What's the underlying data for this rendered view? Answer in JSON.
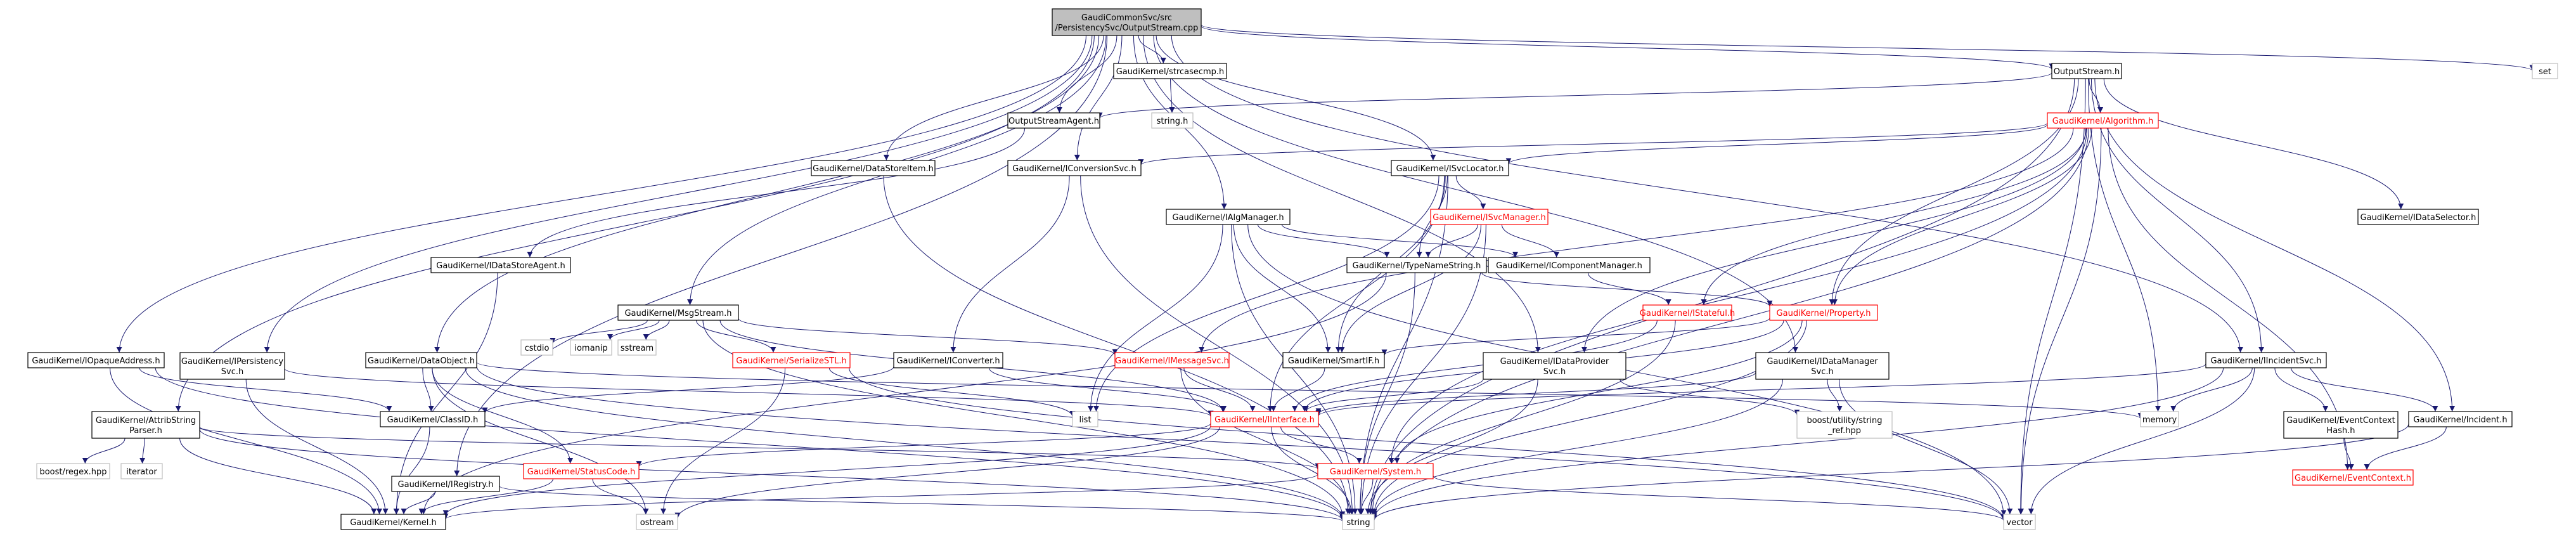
{
  "colors": {
    "edge": "#191970",
    "box_border": "#000000",
    "box_border_red": "#ff0000",
    "box_border_grey": "#bfbfbf",
    "root_fill": "#bfbfbf",
    "text_red": "#ff0000"
  },
  "nodes": [
    {
      "id": "root",
      "lines": [
        "GaudiCommonSvc/src",
        "/PersistencySvc/OutputStream.cpp"
      ],
      "style": "root"
    },
    {
      "id": "strcasecmp",
      "lines": [
        "GaudiKernel/strcasecmp.h"
      ],
      "style": "normal"
    },
    {
      "id": "outputstream",
      "lines": [
        "OutputStream.h"
      ],
      "style": "normal"
    },
    {
      "id": "set",
      "lines": [
        "set"
      ],
      "style": "grey"
    },
    {
      "id": "outputstreamagent",
      "lines": [
        "OutputStreamAgent.h"
      ],
      "style": "normal"
    },
    {
      "id": "stringh",
      "lines": [
        "string.h"
      ],
      "style": "grey"
    },
    {
      "id": "algorithm",
      "lines": [
        "GaudiKernel/Algorithm.h"
      ],
      "style": "red"
    },
    {
      "id": "datastoreitem",
      "lines": [
        "GaudiKernel/DataStoreItem.h"
      ],
      "style": "normal"
    },
    {
      "id": "iconversionsvc",
      "lines": [
        "GaudiKernel/IConversionSvc.h"
      ],
      "style": "normal"
    },
    {
      "id": "isvclocator",
      "lines": [
        "GaudiKernel/ISvcLocator.h"
      ],
      "style": "normal"
    },
    {
      "id": "idataselector",
      "lines": [
        "GaudiKernel/IDataSelector.h"
      ],
      "style": "normal"
    },
    {
      "id": "isvcmanager",
      "lines": [
        "GaudiKernel/ISvcManager.h"
      ],
      "style": "red"
    },
    {
      "id": "ialgmanager",
      "lines": [
        "GaudiKernel/IAlgManager.h"
      ],
      "style": "normal"
    },
    {
      "id": "idatastoreagent",
      "lines": [
        "GaudiKernel/IDataStoreAgent.h"
      ],
      "style": "normal"
    },
    {
      "id": "typenamestring",
      "lines": [
        "GaudiKernel/TypeNameString.h"
      ],
      "style": "normal"
    },
    {
      "id": "icomponentmanager",
      "lines": [
        "GaudiKernel/IComponentManager.h"
      ],
      "style": "normal"
    },
    {
      "id": "msgstream",
      "lines": [
        "GaudiKernel/MsgStream.h"
      ],
      "style": "normal"
    },
    {
      "id": "istateful",
      "lines": [
        "GaudiKernel/IStateful.h"
      ],
      "style": "red"
    },
    {
      "id": "property",
      "lines": [
        "GaudiKernel/Property.h"
      ],
      "style": "red"
    },
    {
      "id": "cstdio",
      "lines": [
        "cstdio"
      ],
      "style": "grey"
    },
    {
      "id": "iomanip",
      "lines": [
        "iomanip"
      ],
      "style": "grey"
    },
    {
      "id": "sstream",
      "lines": [
        "sstream"
      ],
      "style": "grey"
    },
    {
      "id": "serializestl",
      "lines": [
        "GaudiKernel/SerializeSTL.h"
      ],
      "style": "red"
    },
    {
      "id": "iconverter",
      "lines": [
        "GaudiKernel/IConverter.h"
      ],
      "style": "normal"
    },
    {
      "id": "imessagesvc",
      "lines": [
        "GaudiKernel/IMessageSvc.h"
      ],
      "style": "red"
    },
    {
      "id": "smartif",
      "lines": [
        "GaudiKernel/SmartIF.h"
      ],
      "style": "normal"
    },
    {
      "id": "idataprovidersvc",
      "lines": [
        "GaudiKernel/IDataProvider",
        "Svc.h"
      ],
      "style": "normal"
    },
    {
      "id": "idatamanagersvc",
      "lines": [
        "GaudiKernel/IDataManager",
        "Svc.h"
      ],
      "style": "normal"
    },
    {
      "id": "iincidentsvc",
      "lines": [
        "GaudiKernel/IIncidentSvc.h"
      ],
      "style": "normal"
    },
    {
      "id": "iopaqueaddress",
      "lines": [
        "GaudiKernel/IOpaqueAddress.h"
      ],
      "style": "normal"
    },
    {
      "id": "ipersistencysvc",
      "lines": [
        "GaudiKernel/IPersistency",
        "Svc.h"
      ],
      "style": "normal"
    },
    {
      "id": "dataobject",
      "lines": [
        "GaudiKernel/DataObject.h"
      ],
      "style": "normal"
    },
    {
      "id": "memory",
      "lines": [
        "memory"
      ],
      "style": "grey"
    },
    {
      "id": "attribstringparser",
      "lines": [
        "GaudiKernel/AttribString",
        "Parser.h"
      ],
      "style": "normal"
    },
    {
      "id": "classid",
      "lines": [
        "GaudiKernel/ClassID.h"
      ],
      "style": "normal"
    },
    {
      "id": "list",
      "lines": [
        "list"
      ],
      "style": "grey"
    },
    {
      "id": "iinterface",
      "lines": [
        "GaudiKernel/IInterface.h"
      ],
      "style": "red"
    },
    {
      "id": "boostutility",
      "lines": [
        "boost/utility/string",
        "_ref.hpp"
      ],
      "style": "grey"
    },
    {
      "id": "eventcontexthash",
      "lines": [
        "GaudiKernel/EventContext",
        "Hash.h"
      ],
      "style": "normal"
    },
    {
      "id": "incident",
      "lines": [
        "GaudiKernel/Incident.h"
      ],
      "style": "normal"
    },
    {
      "id": "boostregex",
      "lines": [
        "boost/regex.hpp"
      ],
      "style": "grey"
    },
    {
      "id": "iterator",
      "lines": [
        "iterator"
      ],
      "style": "grey"
    },
    {
      "id": "iregistry",
      "lines": [
        "GaudiKernel/IRegistry.h"
      ],
      "style": "normal"
    },
    {
      "id": "statuscode",
      "lines": [
        "GaudiKernel/StatusCode.h"
      ],
      "style": "red"
    },
    {
      "id": "system",
      "lines": [
        "GaudiKernel/System.h"
      ],
      "style": "red"
    },
    {
      "id": "eventcontext",
      "lines": [
        "GaudiKernel/EventContext.h"
      ],
      "style": "red"
    },
    {
      "id": "kernel",
      "lines": [
        "GaudiKernel/Kernel.h"
      ],
      "style": "normal"
    },
    {
      "id": "ostream",
      "lines": [
        "ostream"
      ],
      "style": "grey"
    },
    {
      "id": "string",
      "lines": [
        "string"
      ],
      "style": "grey"
    },
    {
      "id": "vector",
      "lines": [
        "vector"
      ],
      "style": "grey"
    }
  ],
  "edges": [
    [
      "root",
      "strcasecmp"
    ],
    [
      "root",
      "outputstream"
    ],
    [
      "root",
      "set"
    ],
    [
      "root",
      "outputstreamagent"
    ],
    [
      "root",
      "datastoreitem"
    ],
    [
      "root",
      "iconversionsvc"
    ],
    [
      "root",
      "isvclocator"
    ],
    [
      "root",
      "ialgmanager"
    ],
    [
      "root",
      "msgstream"
    ],
    [
      "root",
      "idataprovidersvc"
    ],
    [
      "root",
      "idatamanagersvc"
    ],
    [
      "root",
      "iincidentsvc"
    ],
    [
      "root",
      "iopaqueaddress"
    ],
    [
      "root",
      "ipersistencysvc"
    ],
    [
      "root",
      "dataobject"
    ],
    [
      "root",
      "attribstringparser"
    ],
    [
      "root",
      "iregistry"
    ],
    [
      "strcasecmp",
      "stringh"
    ],
    [
      "outputstream",
      "outputstreamagent"
    ],
    [
      "outputstream",
      "algorithm"
    ],
    [
      "outputstream",
      "idataselector"
    ],
    [
      "outputstream",
      "property"
    ],
    [
      "outputstream",
      "memory"
    ],
    [
      "outputstream",
      "string"
    ],
    [
      "outputstream",
      "vector"
    ],
    [
      "outputstream",
      "incident"
    ],
    [
      "outputstream",
      "iincidentsvc"
    ],
    [
      "outputstreamagent",
      "idatastoreagent"
    ],
    [
      "algorithm",
      "iconversionsvc"
    ],
    [
      "algorithm",
      "isvclocator"
    ],
    [
      "algorithm",
      "imessagesvc"
    ],
    [
      "algorithm",
      "istateful"
    ],
    [
      "algorithm",
      "property"
    ],
    [
      "algorithm",
      "idataprovidersvc"
    ],
    [
      "algorithm",
      "system"
    ],
    [
      "algorithm",
      "eventcontext"
    ],
    [
      "algorithm",
      "string"
    ],
    [
      "algorithm",
      "vector"
    ],
    [
      "datastoreitem",
      "string"
    ],
    [
      "iconversionsvc",
      "iconverter"
    ],
    [
      "iconversionsvc",
      "string"
    ],
    [
      "isvclocator",
      "isvcmanager"
    ],
    [
      "isvclocator",
      "typenamestring"
    ],
    [
      "isvclocator",
      "smartif"
    ],
    [
      "isvclocator",
      "iinterface"
    ],
    [
      "isvclocator",
      "string"
    ],
    [
      "isvclocator",
      "list"
    ],
    [
      "isvcmanager",
      "typenamestring"
    ],
    [
      "isvcmanager",
      "icomponentmanager"
    ],
    [
      "isvcmanager",
      "smartif"
    ],
    [
      "isvcmanager",
      "string"
    ],
    [
      "ialgmanager",
      "typenamestring"
    ],
    [
      "ialgmanager",
      "icomponentmanager"
    ],
    [
      "ialgmanager",
      "smartif"
    ],
    [
      "ialgmanager",
      "list"
    ],
    [
      "ialgmanager",
      "string"
    ],
    [
      "ialgmanager",
      "vector"
    ],
    [
      "idatastoreagent",
      "kernel"
    ],
    [
      "typenamestring",
      "property"
    ],
    [
      "typenamestring",
      "string"
    ],
    [
      "typenamestring",
      "kernel"
    ],
    [
      "icomponentmanager",
      "istateful"
    ],
    [
      "msgstream",
      "cstdio"
    ],
    [
      "msgstream",
      "iomanip"
    ],
    [
      "msgstream",
      "sstream"
    ],
    [
      "msgstream",
      "serializestl"
    ],
    [
      "msgstream",
      "imessagesvc"
    ],
    [
      "msgstream",
      "string"
    ],
    [
      "msgstream",
      "iinterface"
    ],
    [
      "istateful",
      "iinterface"
    ],
    [
      "istateful",
      "string"
    ],
    [
      "property",
      "smartif"
    ],
    [
      "property",
      "string"
    ],
    [
      "property",
      "iinterface"
    ],
    [
      "property",
      "system"
    ],
    [
      "serializestl",
      "list"
    ],
    [
      "serializestl",
      "ostream"
    ],
    [
      "serializestl",
      "vector"
    ],
    [
      "iconverter",
      "classid"
    ],
    [
      "iconverter",
      "iinterface"
    ],
    [
      "imessagesvc",
      "iinterface"
    ],
    [
      "imessagesvc",
      "string"
    ],
    [
      "smartif",
      "iinterface"
    ],
    [
      "idataprovidersvc",
      "iinterface"
    ],
    [
      "idataprovidersvc",
      "boostutility"
    ],
    [
      "idataprovidersvc",
      "string"
    ],
    [
      "idatamanagersvc",
      "iinterface"
    ],
    [
      "idatamanagersvc",
      "boostutility"
    ],
    [
      "idatamanagersvc",
      "string"
    ],
    [
      "idatamanagersvc",
      "vector"
    ],
    [
      "iincidentsvc",
      "memory"
    ],
    [
      "iincidentsvc",
      "iinterface"
    ],
    [
      "iincidentsvc",
      "eventcontexthash"
    ],
    [
      "iincidentsvc",
      "incident"
    ],
    [
      "iincidentsvc",
      "string"
    ],
    [
      "iincidentsvc",
      "vector"
    ],
    [
      "iopaqueaddress",
      "classid"
    ],
    [
      "iopaqueaddress",
      "kernel"
    ],
    [
      "iopaqueaddress",
      "string"
    ],
    [
      "ipersistencysvc",
      "iinterface"
    ],
    [
      "ipersistencysvc",
      "kernel"
    ],
    [
      "dataobject",
      "classid"
    ],
    [
      "dataobject",
      "statuscode"
    ],
    [
      "dataobject",
      "ostream"
    ],
    [
      "dataobject",
      "string"
    ],
    [
      "dataobject",
      "memory"
    ],
    [
      "dataobject",
      "vector"
    ],
    [
      "attribstringparser",
      "boostregex"
    ],
    [
      "attribstringparser",
      "iterator"
    ],
    [
      "attribstringparser",
      "kernel"
    ],
    [
      "attribstringparser",
      "system"
    ],
    [
      "attribstringparser",
      "string"
    ],
    [
      "classid",
      "kernel"
    ],
    [
      "iinterface",
      "kernel"
    ],
    [
      "iinterface",
      "statuscode"
    ],
    [
      "iinterface",
      "system"
    ],
    [
      "iinterface",
      "ostream"
    ],
    [
      "iinterface",
      "string"
    ],
    [
      "eventcontexthash",
      "eventcontext"
    ],
    [
      "incident",
      "eventcontext"
    ],
    [
      "incident",
      "string"
    ],
    [
      "iregistry",
      "kernel"
    ],
    [
      "iregistry",
      "string"
    ],
    [
      "statuscode",
      "kernel"
    ],
    [
      "statuscode",
      "ostream"
    ],
    [
      "system",
      "kernel"
    ],
    [
      "system",
      "string"
    ],
    [
      "system",
      "vector"
    ]
  ]
}
